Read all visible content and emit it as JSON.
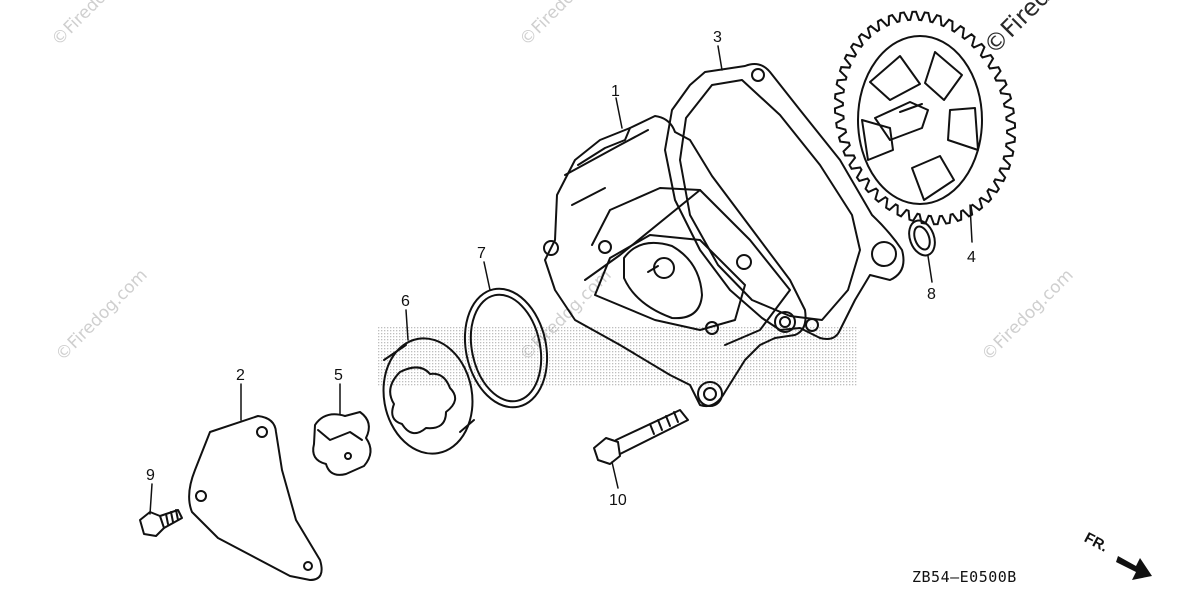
{
  "watermark": {
    "text_small": "©Firedog.com",
    "text_large": "©Firedog"
  },
  "part_labels": {
    "p1": "1",
    "p2": "2",
    "p3": "3",
    "p4": "4",
    "p5": "5",
    "p6": "6",
    "p7": "7",
    "p8": "8",
    "p9": "9",
    "p10": "10"
  },
  "diagram_code": "ZB54—E0500B",
  "front_indicator": "FR."
}
